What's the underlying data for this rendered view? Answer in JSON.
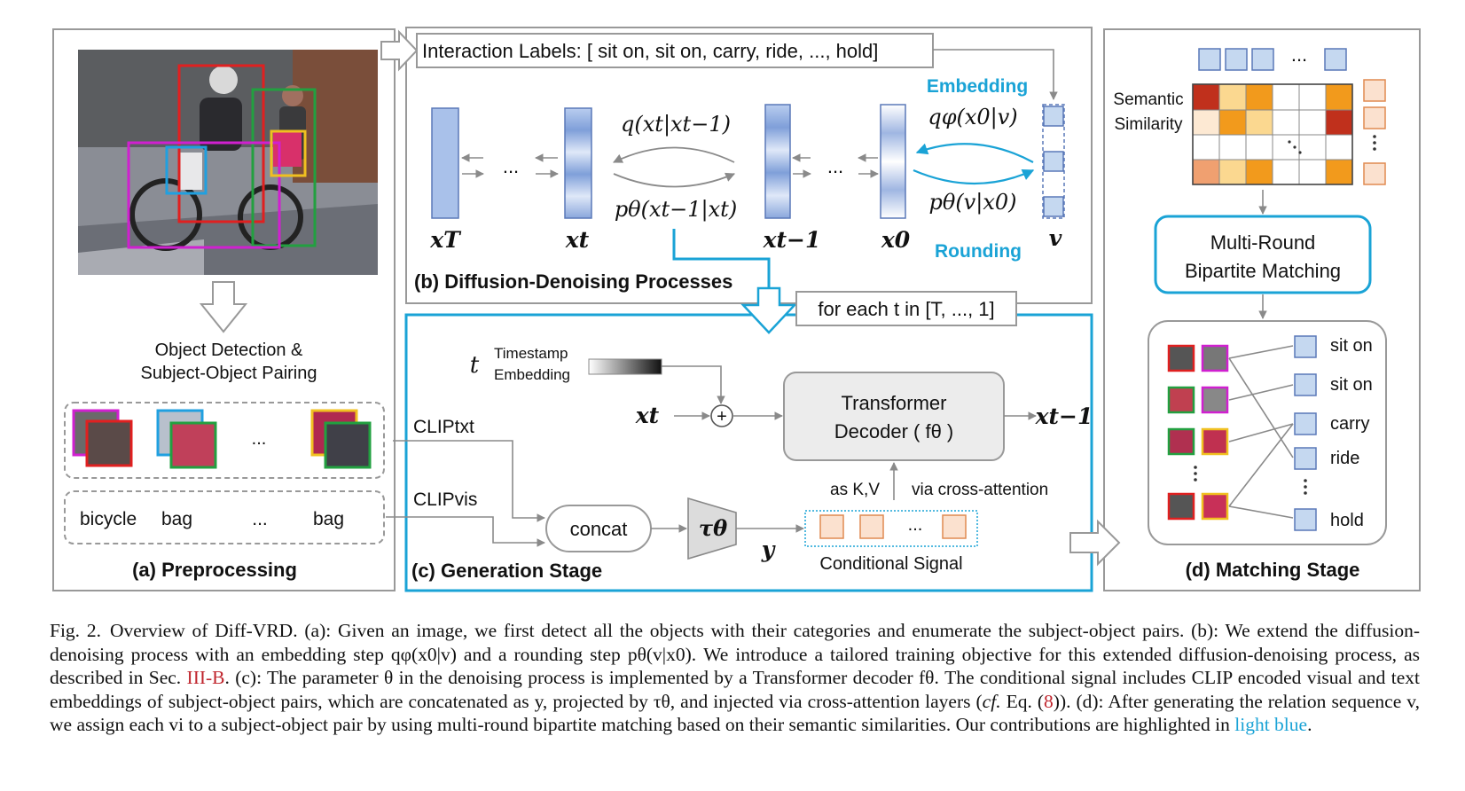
{
  "panel_a": {
    "title": "(a) Preprocessing",
    "step_line1": "Object Detection &",
    "step_line2": "Subject-Object Pairing",
    "pair_ellipsis": "...",
    "labels": [
      "bicycle",
      "bag",
      "...",
      "bag"
    ]
  },
  "panel_b": {
    "title": "(b) Diffusion-Denoising Processes",
    "interaction_labels": "Interaction Labels: [ sit on, sit on, carry, ride, ..., hold]",
    "embedding": "Embedding",
    "rounding": "Rounding",
    "q_forward": "q(xt|xt−1)",
    "p_reverse": "pθ(xt−1|xt)",
    "q_embed": "qφ(x0|v)",
    "p_round": "pθ(v|x0)",
    "x_T": "xT",
    "x_t": "xt",
    "x_t1": "xt−1",
    "x_0": "x0",
    "v": "v",
    "dots": "...",
    "for_each": "for each t in [T, ..., 1]"
  },
  "panel_c": {
    "title": "(c) Generation Stage",
    "t": "t",
    "timestamp_line1": "Timestamp",
    "timestamp_line2": "Embedding",
    "x_t": "xt",
    "plus": "+",
    "transformer_line1": "Transformer",
    "transformer_line2": "Decoder ( fθ )",
    "x_out": "xt−1",
    "clip_txt": "CLIPtxt",
    "clip_vis": "CLIPvis",
    "concat": "concat",
    "tau": "τθ",
    "y": "y",
    "as_kv": "as K,V",
    "via_cross": "via cross-attention",
    "cond_dots": "...",
    "cond_signal": "Conditional Signal"
  },
  "panel_d": {
    "title": "(d) Matching Stage",
    "semantic_line1": "Semantic",
    "semantic_line2": "Similarity",
    "top_dots": "...",
    "matching_line1": "Multi-Round",
    "matching_line2": "Bipartite Matching",
    "relations": [
      "sit on",
      "sit on",
      "carry",
      "ride",
      "hold"
    ],
    "colors": {
      "heat_dark": "#c0301c",
      "heat_orange": "#f29a1c",
      "heat_light": "#fbd890",
      "heat_pale": "#fde9d3",
      "box_blue": "#c5d8f0",
      "box_orange": "#fbe1cf",
      "accent": "#1aa3d6"
    }
  },
  "caption": {
    "label": "Fig. 2.",
    "text_1": "Overview of Diff-VRD. (a): Given an image, we first detect all the objects with their categories and enumerate the subject-object pairs. (b): We extend the diffusion-denoising process with an embedding step qφ(x0|v) and a rounding step pθ(v|x0). We introduce a tailored training objective for this extended diffusion-denoising process, as described in Sec.",
    "ref_sec": "III-B",
    "text_2": ". (c): The parameter θ in the denoising process is implemented by a Transformer decoder fθ. The conditional signal includes CLIP encoded visual and text embeddings of subject-object pairs, which are concatenated as y, projected by τθ, and injected via cross-attention layers (",
    "cf": "cf.",
    "text_3": " Eq. (",
    "ref_eq": "8",
    "text_4": ")). (d): After generating the relation sequence v, we assign each vi to a subject-object pair by using multi-round bipartite matching based on their semantic similarities. Our contributions are highlighted in",
    "highlight": "light blue",
    "text_5": "."
  }
}
